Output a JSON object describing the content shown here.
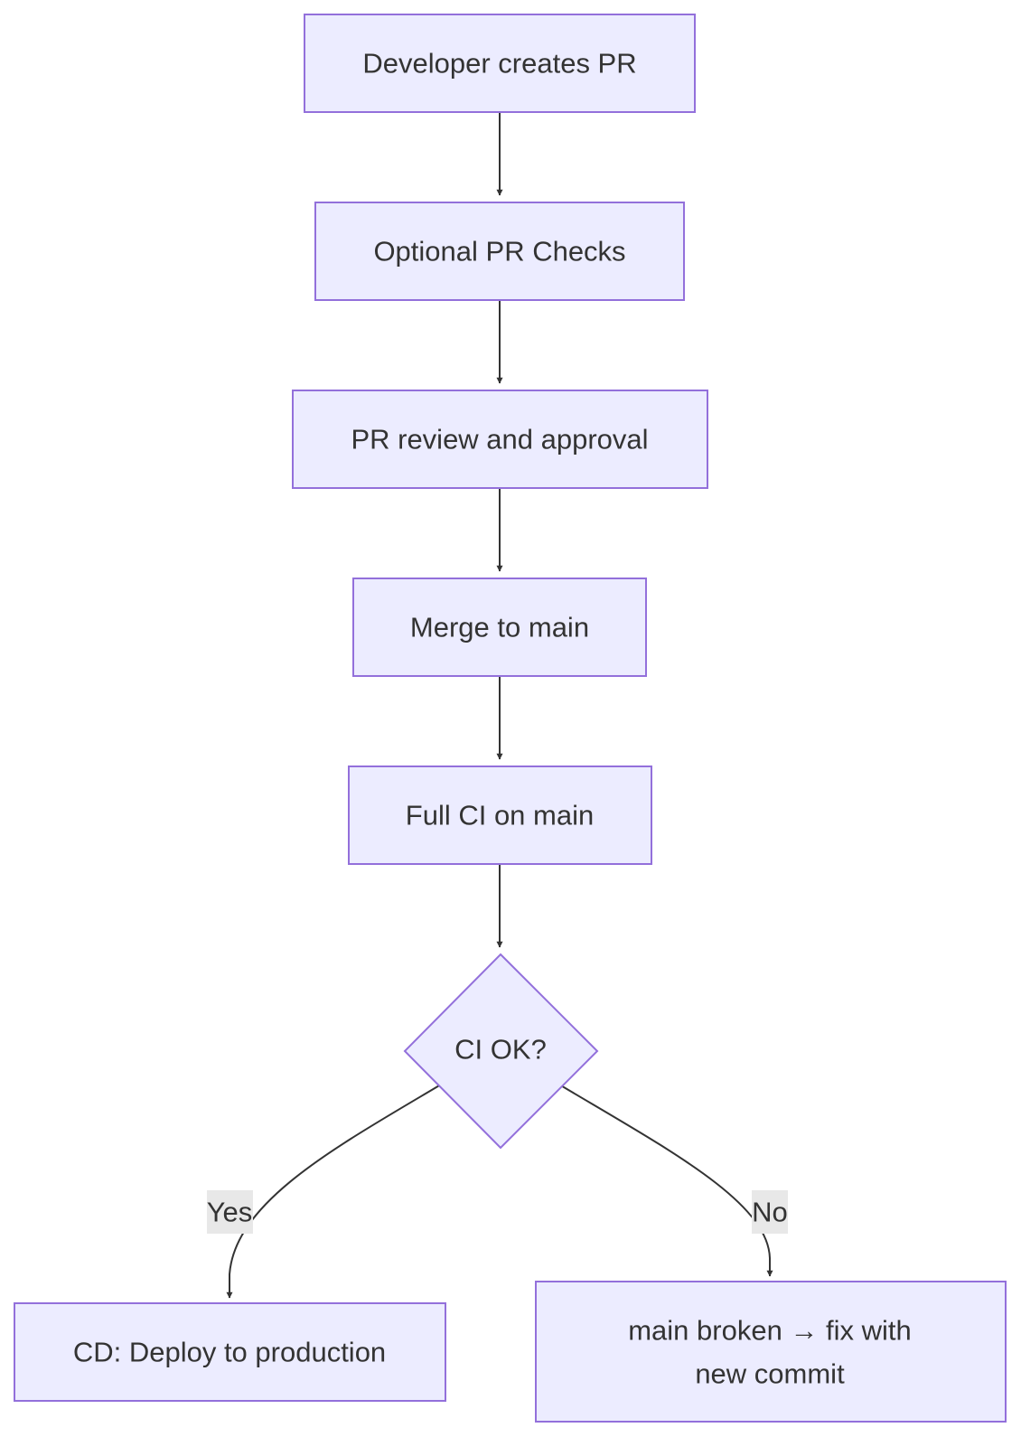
{
  "nodes": {
    "n1": "Developer creates PR",
    "n2": "Optional PR Checks",
    "n3": "PR review and approval",
    "n4": "Merge to main",
    "n5": "Full CI on main",
    "decision": "CI OK?",
    "yes_target": "CD: Deploy to production",
    "no_target_line1": "main broken → fix with",
    "no_target_line2": "new commit"
  },
  "edges": {
    "yes_label": "Yes",
    "no_label": "No"
  },
  "colors": {
    "node_fill": "#ECECFF",
    "node_stroke": "#9370DB",
    "edge": "#333333",
    "label_bg": "#E8E8E8"
  }
}
